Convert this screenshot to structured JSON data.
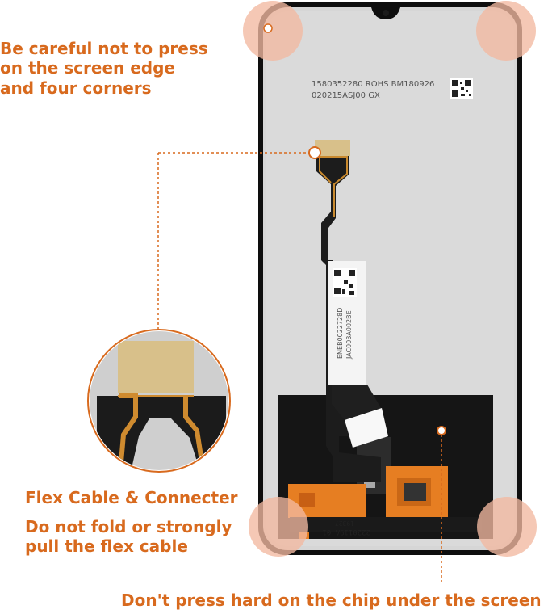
{
  "callouts": {
    "edges": "Be careful not to press\non the screen edge\nand four corners",
    "flex_title": "Flex Cable & Connecter",
    "flex_note": "Do not fold or strongly\npull the flex cable",
    "chip": "Don't press hard on the chip under the screen"
  },
  "panel": {
    "serial_line1": "1580352280 ROHS BM180926",
    "serial_line2": "020215ASJ00 GX",
    "flex_label_line1": "ENEB0022728D",
    "flex_label_line2": "JAC003A002BE",
    "board_code": "2220119A-01",
    "board_code2": "19327"
  },
  "colors": {
    "accent": "#d86a1e",
    "screen": "#d8d8d8",
    "cable": "#1d1d1d",
    "gold": "#d8c08a",
    "orange_flex": "#e67e22",
    "highlight": "#f2b9a0"
  }
}
